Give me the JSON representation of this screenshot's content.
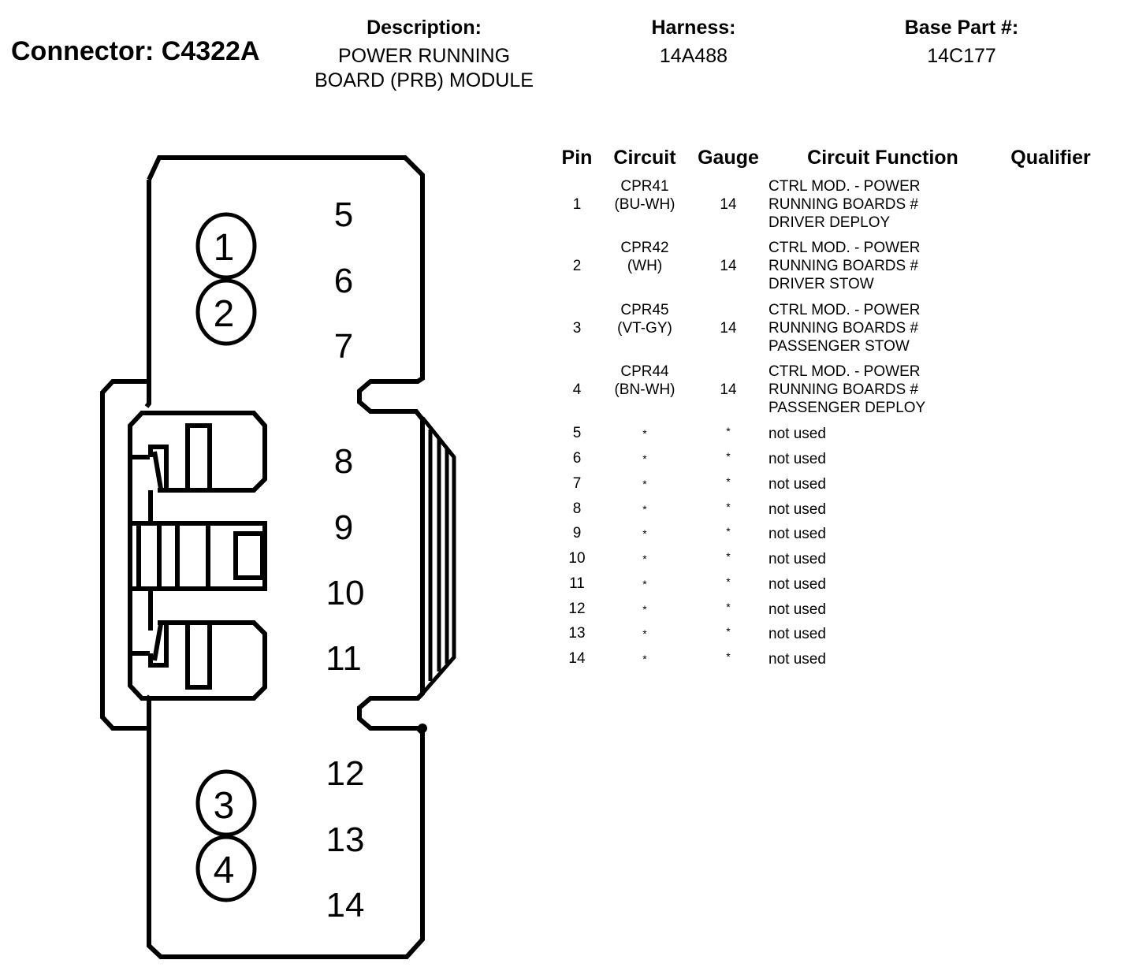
{
  "header": {
    "connector_label": "Connector: C4322A",
    "description_label": "Description:",
    "description_lines": [
      "POWER RUNNING",
      "BOARD (PRB) MODULE"
    ],
    "harness_label": "Harness:",
    "harness_value": "14A488",
    "base_part_label": "Base Part #:",
    "base_part_value": "14C177"
  },
  "connector_face": {
    "cavity_labels_circled": [
      "1",
      "2",
      "3",
      "4"
    ],
    "cavity_labels_plain": [
      "5",
      "6",
      "7",
      "8",
      "9",
      "10",
      "11",
      "12",
      "13",
      "14"
    ]
  },
  "pin_table": {
    "headers": {
      "pin": "Pin",
      "circuit": "Circuit",
      "gauge": "Gauge",
      "function": "Circuit Function",
      "qualifier": "Qualifier"
    },
    "rows": [
      {
        "pin": "1",
        "circuit": "CPR41",
        "color": "(BU-WH)",
        "gauge": "14",
        "function": [
          "CTRL MOD. - POWER",
          "RUNNING BOARDS #",
          "DRIVER DEPLOY"
        ],
        "qualifier": ""
      },
      {
        "pin": "2",
        "circuit": "CPR42",
        "color": "(WH)",
        "gauge": "14",
        "function": [
          "CTRL MOD. - POWER",
          "RUNNING BOARDS #",
          "DRIVER STOW"
        ],
        "qualifier": ""
      },
      {
        "pin": "3",
        "circuit": "CPR45",
        "color": "(VT-GY)",
        "gauge": "14",
        "function": [
          "CTRL MOD. - POWER",
          "RUNNING BOARDS #",
          "PASSENGER STOW"
        ],
        "qualifier": ""
      },
      {
        "pin": "4",
        "circuit": "CPR44",
        "color": "(BN-WH)",
        "gauge": "14",
        "function": [
          "CTRL MOD. - POWER",
          "RUNNING BOARDS #",
          "PASSENGER DEPLOY"
        ],
        "qualifier": ""
      },
      {
        "pin": "5",
        "circuit": "*",
        "color": "",
        "gauge": "*",
        "function": [
          "not used"
        ],
        "qualifier": ""
      },
      {
        "pin": "6",
        "circuit": "*",
        "color": "",
        "gauge": "*",
        "function": [
          "not used"
        ],
        "qualifier": ""
      },
      {
        "pin": "7",
        "circuit": "*",
        "color": "",
        "gauge": "*",
        "function": [
          "not used"
        ],
        "qualifier": ""
      },
      {
        "pin": "8",
        "circuit": "*",
        "color": "",
        "gauge": "*",
        "function": [
          "not used"
        ],
        "qualifier": ""
      },
      {
        "pin": "9",
        "circuit": "*",
        "color": "",
        "gauge": "*",
        "function": [
          "not used"
        ],
        "qualifier": ""
      },
      {
        "pin": "10",
        "circuit": "*",
        "color": "",
        "gauge": "*",
        "function": [
          "not used"
        ],
        "qualifier": ""
      },
      {
        "pin": "11",
        "circuit": "*",
        "color": "",
        "gauge": "*",
        "function": [
          "not used"
        ],
        "qualifier": ""
      },
      {
        "pin": "12",
        "circuit": "*",
        "color": "",
        "gauge": "*",
        "function": [
          "not used"
        ],
        "qualifier": ""
      },
      {
        "pin": "13",
        "circuit": "*",
        "color": "",
        "gauge": "*",
        "function": [
          "not used"
        ],
        "qualifier": ""
      },
      {
        "pin": "14",
        "circuit": "*",
        "color": "",
        "gauge": "*",
        "function": [
          "not used"
        ],
        "qualifier": ""
      }
    ]
  }
}
